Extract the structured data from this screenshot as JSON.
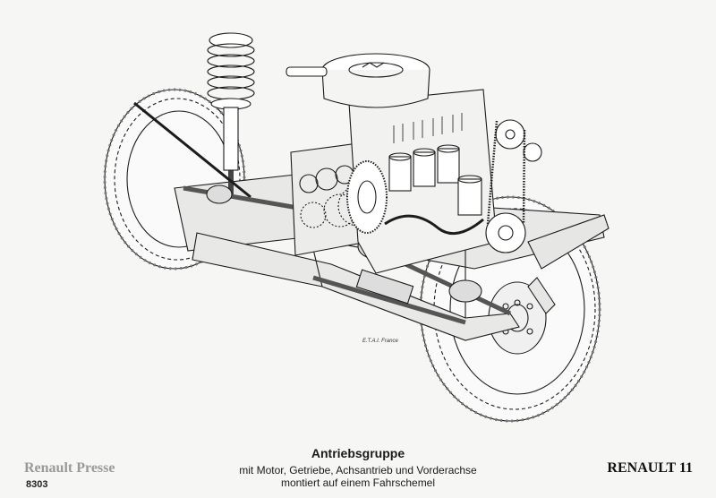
{
  "illustration": {
    "credit": "E.T.A.I. France"
  },
  "caption": {
    "title": "Antriebsgruppe",
    "line1": "mit Motor, Getriebe, Achsantrieb und Vorderachse",
    "line2": "montiert auf einem Fahrschemel"
  },
  "footer": {
    "publisher": "Renault Presse",
    "code": "8303",
    "model": "RENAULT 11"
  }
}
